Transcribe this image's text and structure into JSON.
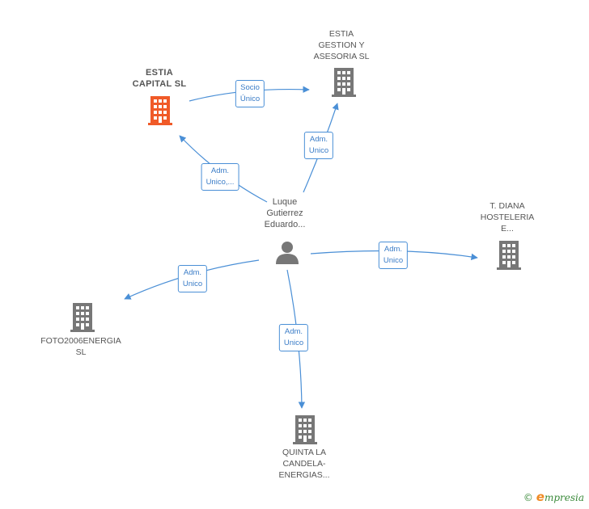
{
  "colors": {
    "edge": "#4a8fd6",
    "building_main": "#f05a28",
    "building": "#777777",
    "person": "#777777"
  },
  "nodes": {
    "estia_capital": {
      "label": "ESTIA\nCAPITAL  SL",
      "icon": "building-icon"
    },
    "estia_gestion": {
      "label": "ESTIA\nGESTION Y\nASESORIA  SL",
      "icon": "building-icon"
    },
    "diana": {
      "label": "T.  DIANA\nHOSTELERIA\nE...",
      "icon": "building-icon"
    },
    "foto2006": {
      "label": "FOTO2006ENERGIA\nSL",
      "icon": "building-icon"
    },
    "quinta": {
      "label": "QUINTA LA\nCANDELA-\nENERGIAS...",
      "icon": "building-icon"
    },
    "person": {
      "label": "Luque\nGutierrez\nEduardo...",
      "icon": "person-icon"
    }
  },
  "edges": {
    "socio": "Socio\nÚnico",
    "adm_capital": "Adm.\nUnico,...",
    "adm_gestion": "Adm.\nUnico",
    "adm_diana": "Adm.\nUnico",
    "adm_foto": "Adm.\nUnico",
    "adm_quinta": "Adm.\nUnico"
  },
  "footer": {
    "copyright": "©",
    "brand_e": "e",
    "brand_rest": "mpresia"
  }
}
